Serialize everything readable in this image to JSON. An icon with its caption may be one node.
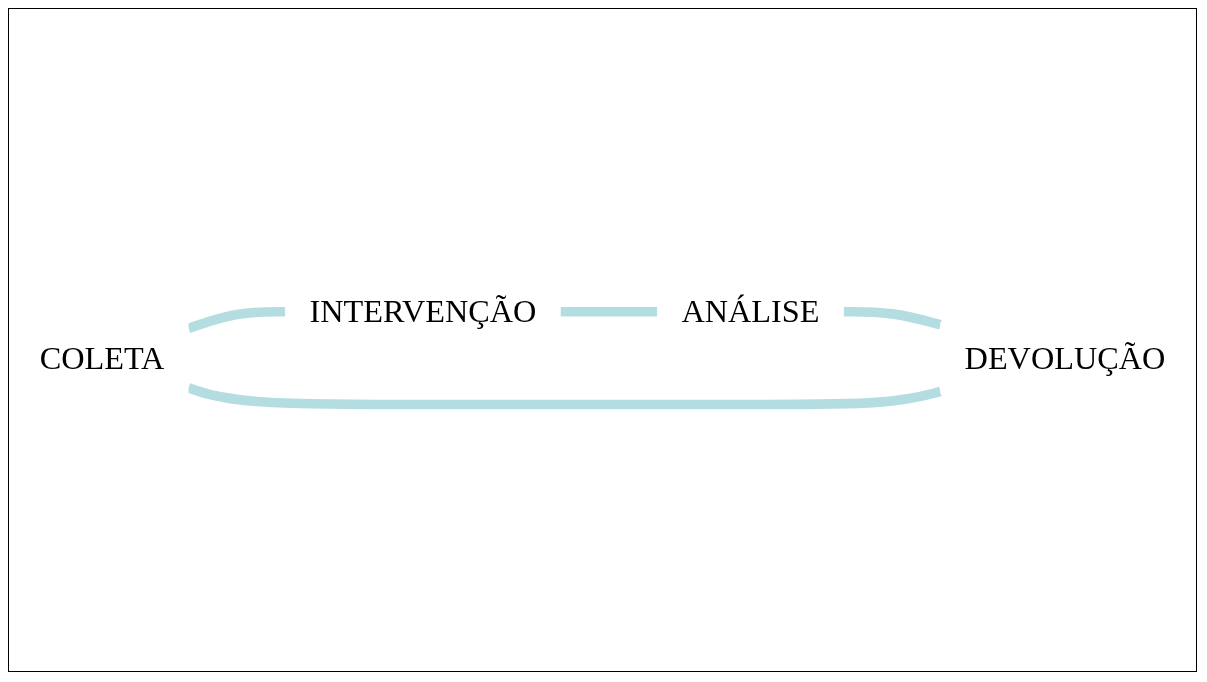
{
  "diagram": {
    "nodes": [
      {
        "text": [
          "COLETA"
        ]
      },
      {
        "text": [
          "INTERVENÇÃO"
        ]
      },
      {
        "text": [
          "ANÁLISE"
        ]
      },
      {
        "text": [
          "DEVOLUÇÃO"
        ]
      }
    ],
    "edges": [
      {
        "from": 0,
        "to": 1,
        "arrow": "none"
      },
      {
        "from": 1,
        "to": 2,
        "arrow": "none"
      },
      {
        "from": 2,
        "to": 3,
        "arrow": "none"
      },
      {
        "from": 3,
        "to": 0,
        "arrow": "none"
      }
    ]
  }
}
